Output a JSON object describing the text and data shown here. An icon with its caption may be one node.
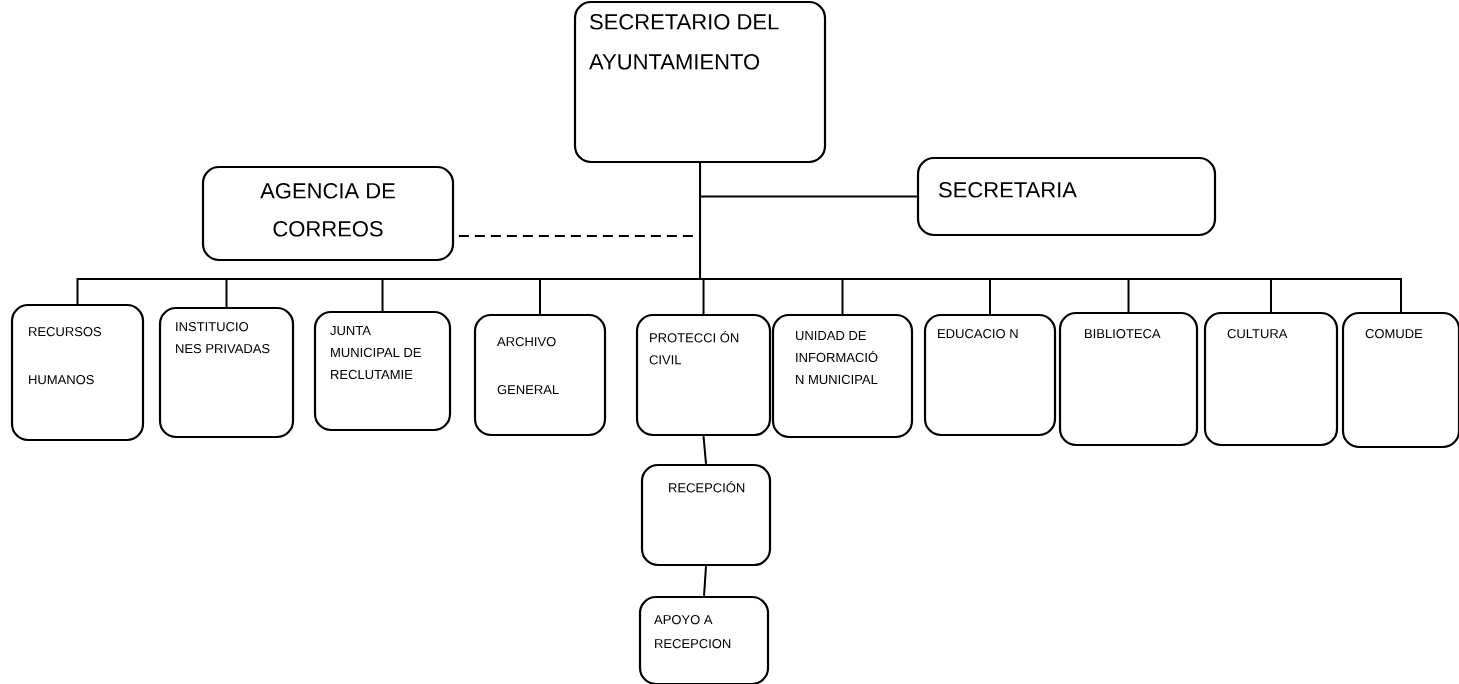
{
  "diagram": {
    "nodes": [
      {
        "text": [
          "SECRETARIO DEL AYUNTAMIENTO"
        ]
      },
      {
        "text": [
          "SECRETARIA"
        ]
      },
      {
        "text": [
          "AGENCIA DE CORREOS"
        ]
      },
      {
        "text": [
          "RECURSOS HUMANOS"
        ]
      },
      {
        "text": [
          "INSTITUCIO NES PRIVADAS"
        ]
      },
      {
        "text": [
          "JUNTA MUNICIPAL DE RECLUTAMIE"
        ]
      },
      {
        "text": [
          "ARCHIVO GENERAL"
        ]
      },
      {
        "text": [
          "PROTECCI ÓN CIVIL"
        ]
      },
      {
        "text": [
          "UNIDAD DE INFORMACIÓ N MUNICIPAL"
        ]
      },
      {
        "text": [
          "EDUCACIO N"
        ]
      },
      {
        "text": [
          "BIBLIOTECA"
        ]
      },
      {
        "text": [
          "CULTURA"
        ]
      },
      {
        "text": [
          "COMUDE"
        ]
      },
      {
        "text": [
          "RECEPCIÓN"
        ]
      },
      {
        "text": [
          "APOYO A RECEPCION"
        ]
      }
    ],
    "edges": [
      {
        "from": 0,
        "to": 1,
        "arrow": "none"
      },
      {
        "from": 0,
        "to": 2,
        "arrow": "none",
        "style": "dashed"
      },
      {
        "from": 0,
        "to": 3,
        "arrow": "none"
      },
      {
        "from": 0,
        "to": 4,
        "arrow": "none"
      },
      {
        "from": 0,
        "to": 5,
        "arrow": "none"
      },
      {
        "from": 0,
        "to": 6,
        "arrow": "none"
      },
      {
        "from": 0,
        "to": 7,
        "arrow": "none"
      },
      {
        "from": 0,
        "to": 8,
        "arrow": "none"
      },
      {
        "from": 0,
        "to": 9,
        "arrow": "none"
      },
      {
        "from": 0,
        "to": 10,
        "arrow": "none"
      },
      {
        "from": 0,
        "to": 11,
        "arrow": "none"
      },
      {
        "from": 0,
        "to": 12,
        "arrow": "none"
      },
      {
        "from": 7,
        "to": 13,
        "arrow": "none"
      },
      {
        "from": 13,
        "to": 14,
        "arrow": "none"
      }
    ]
  }
}
